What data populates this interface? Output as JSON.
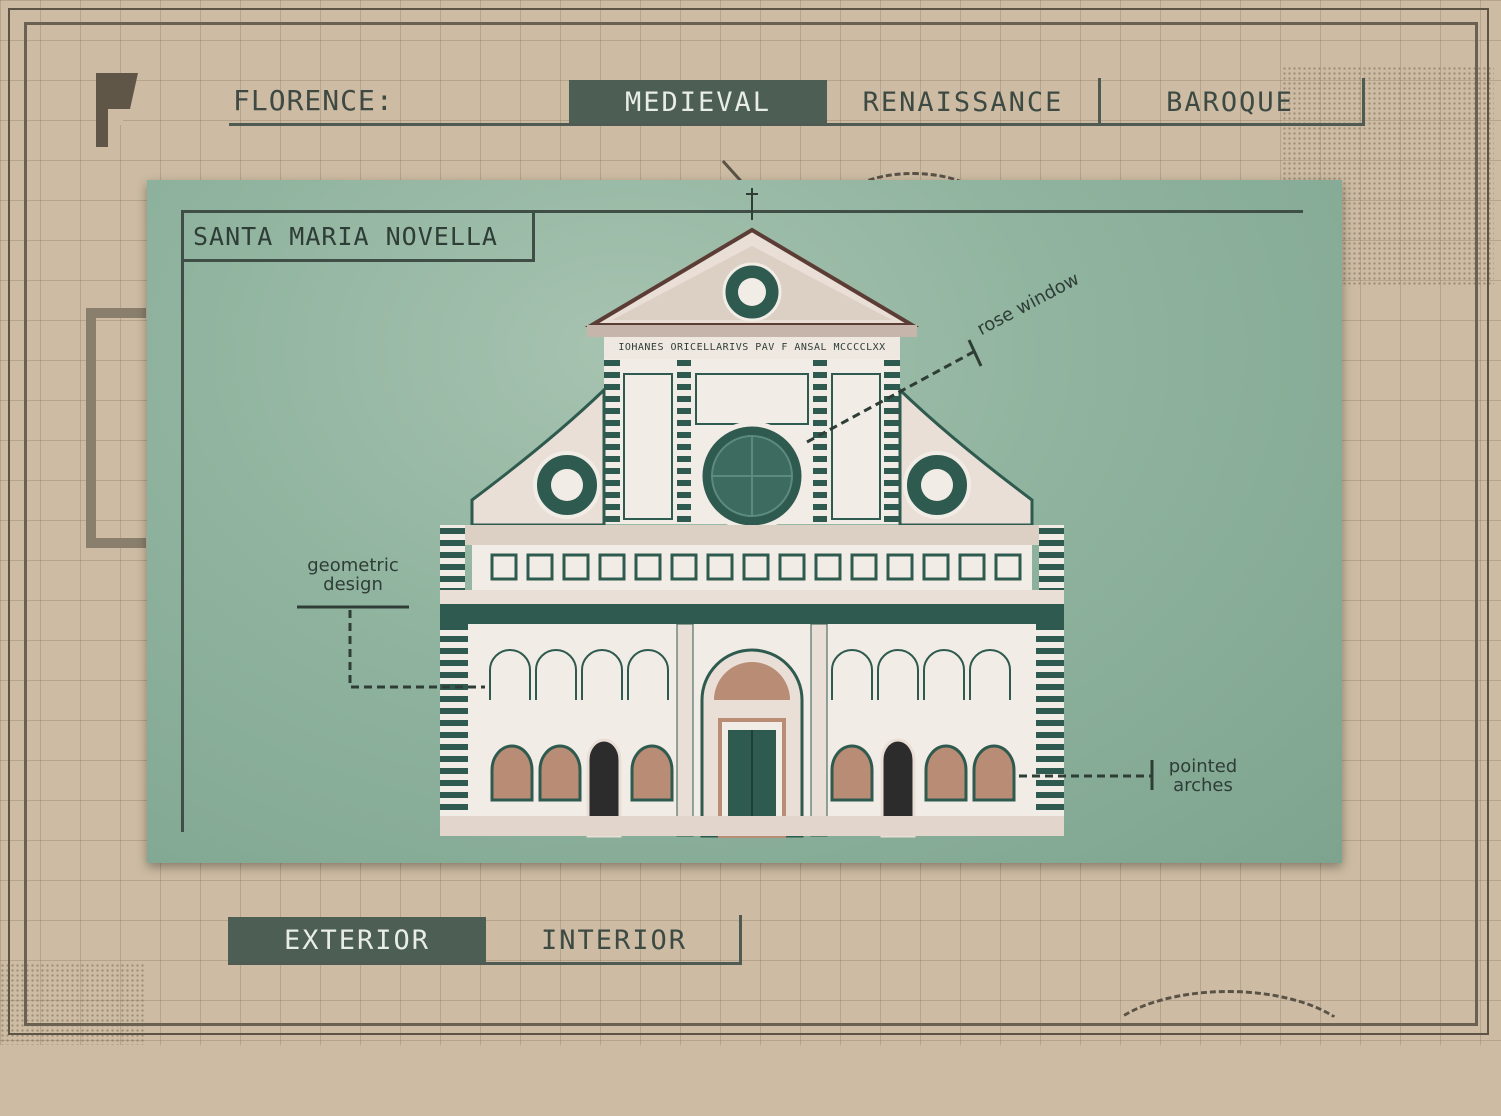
{
  "nav": {
    "label": "FLORENCE:",
    "tabs": [
      {
        "label": "MEDIEVAL",
        "active": true
      },
      {
        "label": "RENAISSANCE",
        "active": false
      },
      {
        "label": "BAROQUE",
        "active": false
      }
    ]
  },
  "card": {
    "title": "SANTA MARIA NOVELLA",
    "inscription": "IOHANES ORICELLARIVS PAV F ANSAL MCCCCLXX",
    "annotations": {
      "rose_window": "rose window",
      "geometric_design": [
        "geometric",
        "design"
      ],
      "pointed_arches": [
        "pointed",
        "arches"
      ]
    }
  },
  "view_tabs": [
    {
      "label": "EXTERIOR",
      "active": true
    },
    {
      "label": "INTERIOR",
      "active": false
    }
  ],
  "colors": {
    "accent": "#4d5e55",
    "paper": "#cdbca3",
    "card": "#8fb39e",
    "marble_dark": "#2f5a4f",
    "terracotta": "#b98c76"
  }
}
